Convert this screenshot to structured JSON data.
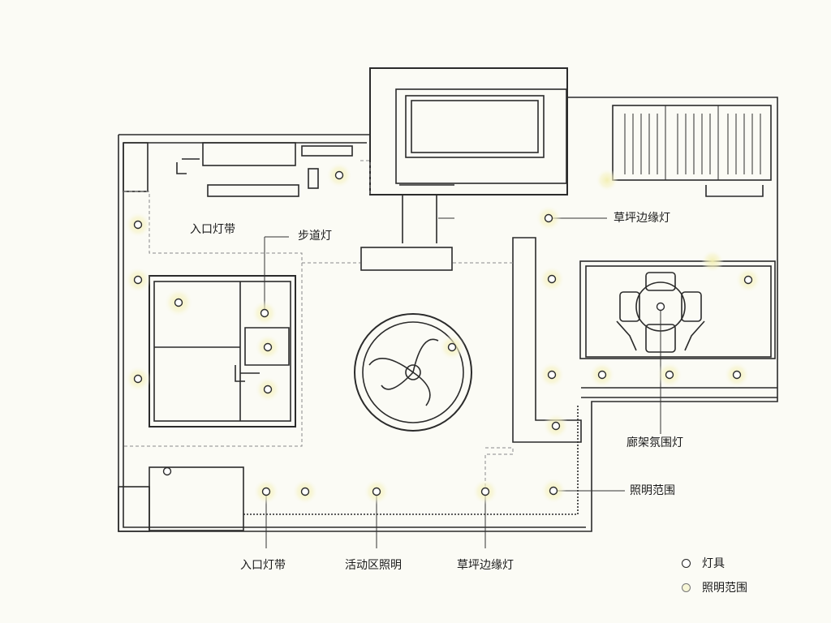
{
  "diagram": {
    "labels": {
      "entrance_strip_top": "入口灯带",
      "path_light": "步道灯",
      "lawn_edge_top": "草坪边缘灯",
      "pergola_light": "廊架氛围灯",
      "lighting_range_right": "照明范围",
      "entrance_strip_bottom": "入口灯带",
      "activity_lighting": "活动区照明",
      "lawn_edge_bottom": "草坪边缘灯"
    },
    "legend": {
      "fixture": "灯具",
      "range": "照明范围"
    },
    "colors": {
      "line": "#2b2b2b",
      "glow": "#f6f3c4",
      "background": "#fbfbf5"
    }
  }
}
